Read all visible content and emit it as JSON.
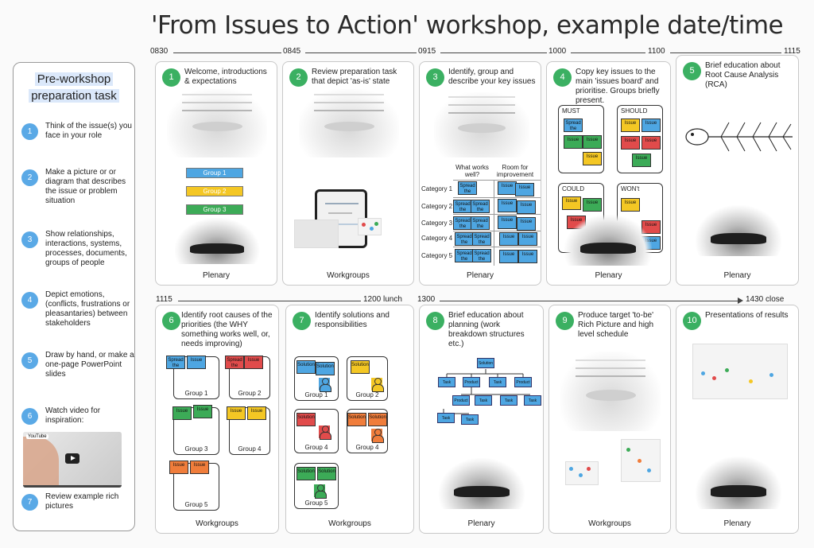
{
  "title": "'From Issues to Action' workshop, example date/time",
  "sidebar": {
    "title_line1": "Pre-workshop",
    "title_line2": "preparation task",
    "steps": [
      {
        "n": "1",
        "text": "Think of the issue(s) you face in your role"
      },
      {
        "n": "2",
        "text": "Make a picture or or diagram that describes the issue or problem situation"
      },
      {
        "n": "3",
        "text": "Show relationships, interactions, systems, processes, documents, groups of people"
      },
      {
        "n": "4",
        "text": "Depict emotions, (conflicts, frustrations or pleasantaries) between stakeholders"
      },
      {
        "n": "5",
        "text": "Draw by hand, or make a one-page PowerPoint slides"
      },
      {
        "n": "6",
        "text": "Watch video for inspiration:"
      },
      {
        "n": "7",
        "text": "Review example rich pictures"
      }
    ],
    "video_brand": "YouTube"
  },
  "timeline": {
    "row1": [
      "0830",
      "0845",
      "0915",
      "1000",
      "1100",
      "1115"
    ],
    "row2": [
      "1115",
      "1200 lunch",
      "1300",
      "1430 close"
    ]
  },
  "cards": [
    {
      "n": "1",
      "desc": "Welcome, introductions & expectations",
      "foot": "Plenary",
      "groups": [
        "Group 1",
        "Group 2",
        "Group 3"
      ]
    },
    {
      "n": "2",
      "desc": "Review preparation task that depict 'as-is' state",
      "foot": "Workgroups"
    },
    {
      "n": "3",
      "desc": "Identify, group and describe your key issues",
      "foot": "Plenary",
      "col1": "What works well?",
      "col2": "Room for improvement",
      "categories": [
        "Category 1",
        "Category 2",
        "Category 3",
        "Category 4",
        "Category 5"
      ],
      "sticky_spread": "Spread the word",
      "sticky_issue": "Issue"
    },
    {
      "n": "4",
      "desc": "Copy key issues to the main 'issues board' and prioritise. Groups briefly present.",
      "foot": "Plenary",
      "quadrants": [
        "MUST",
        "SHOULD",
        "COULD",
        "WON't"
      ]
    },
    {
      "n": "5",
      "desc": "Brief education about Root Cause Analysis (RCA)",
      "foot": "Plenary"
    },
    {
      "n": "6",
      "desc": "Identify root causes of the priorities (the WHY something works well, or, needs improving)",
      "foot": "Workgroups",
      "groups": [
        "Group 1",
        "Group 2",
        "Group 3",
        "Group 4",
        "Group 5"
      ]
    },
    {
      "n": "7",
      "desc": "Identify solutions and responsibilities",
      "foot": "Workgroups",
      "groups": [
        "Group 1",
        "Group 2",
        "Group 4",
        "Group 4",
        "Group 5"
      ],
      "sticky_solution": "Solution"
    },
    {
      "n": "8",
      "desc": "Brief education about planning (work breakdown structures etc.)",
      "foot": "Plenary",
      "tree": {
        "root": "Solution",
        "node_task": "Task",
        "node_product": "Product"
      }
    },
    {
      "n": "9",
      "desc": "Produce target 'to-be' Rich Picture and high level schedule",
      "foot": "Workgroups"
    },
    {
      "n": "10",
      "desc": "Presentations of results",
      "foot": "Plenary"
    }
  ],
  "colors": {
    "step_circle": "#5aa9e6",
    "card_circle": "#3bb062",
    "sticky_blue": "#4ea6e2",
    "sticky_yellow": "#f4c724",
    "sticky_green": "#3cab57",
    "sticky_red": "#e14b4b",
    "sticky_orange": "#f07d3b"
  }
}
